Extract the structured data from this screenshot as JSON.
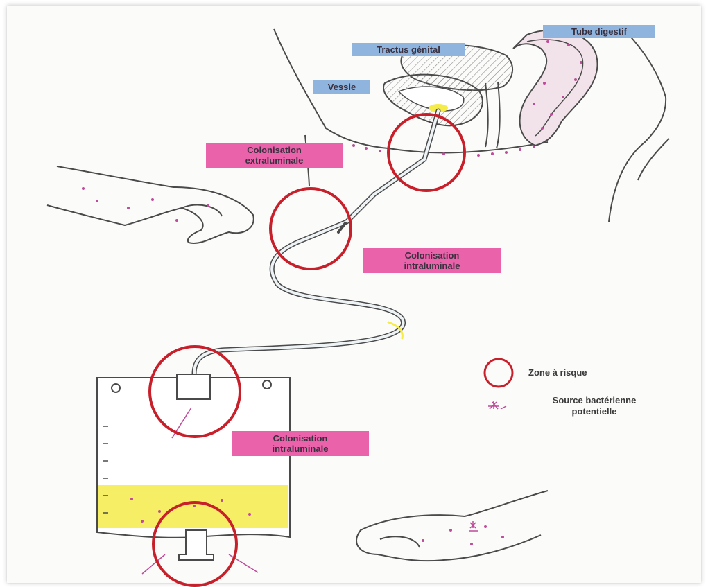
{
  "labels": {
    "tube_digestif": "Tube digestif",
    "tractus_genital": "Tractus génital",
    "vessie": "Vessie",
    "colonisation_extraluminale_line1": "Colonisation",
    "colonisation_extraluminale_line2": "extraluminale",
    "colonisation_intraluminale_1_line1": "Colonisation",
    "colonisation_intraluminale_1_line2": "intraluminale",
    "colonisation_intraluminale_2_line1": "Colonisation",
    "colonisation_intraluminale_2_line2": "intraluminale"
  },
  "legend": {
    "zone_a_risque": "Zone à risque",
    "source_line1": "Source bactérienne",
    "source_line2": "potentielle"
  },
  "colors": {
    "risk_circle": "#c8202a",
    "organ_label_bg": "#8fb4dd",
    "colonisation_label_bg": "#ea62aa",
    "urine": "#f5ec4a",
    "bacteria": "#c04a9a"
  }
}
